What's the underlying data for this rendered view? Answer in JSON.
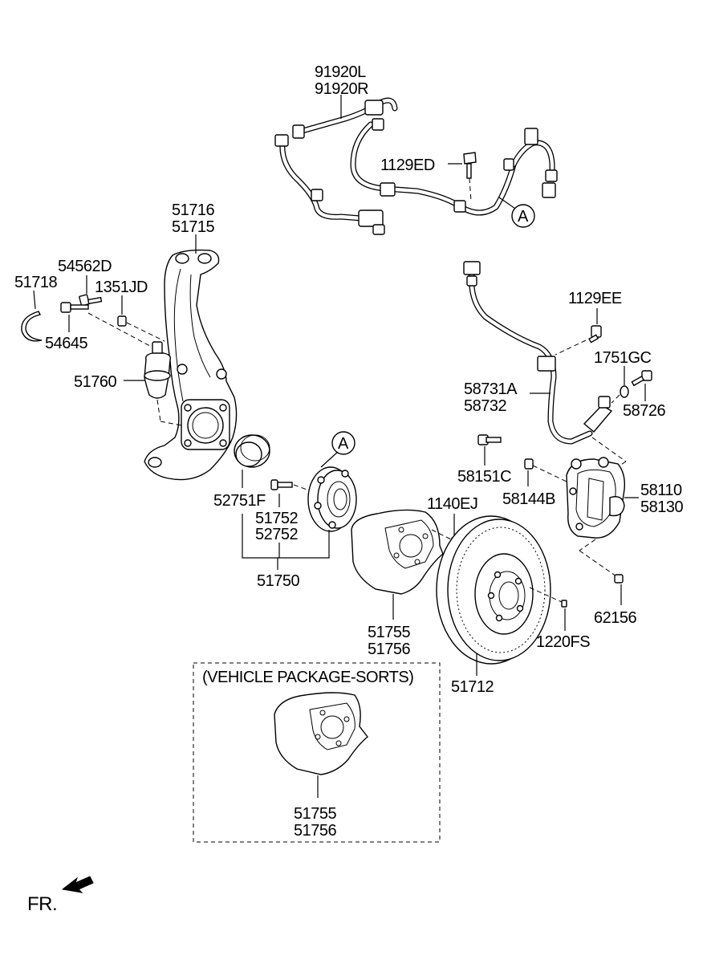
{
  "labels": {
    "p91920L": "91920L",
    "p91920R": "91920R",
    "p1129ED": "1129ED",
    "refA1": "A",
    "p51716": "51716",
    "p51715": "51715",
    "p54562D": "54562D",
    "p51718": "51718",
    "p1351JD": "1351JD",
    "p54645": "54645",
    "p51760": "51760",
    "p1129EE": "1129EE",
    "p1751GC": "1751GC",
    "p58731A": "58731A",
    "p58732": "58732",
    "p58726": "58726",
    "refA2": "A",
    "p58151C": "58151C",
    "p58144B": "58144B",
    "p58110": "58110",
    "p58130": "58130",
    "p52751F": "52751F",
    "p51752": "51752",
    "p52752": "52752",
    "p1140EJ": "1140EJ",
    "p51750": "51750",
    "p62156": "62156",
    "p1220FS": "1220FS",
    "p51755a": "51755",
    "p51756a": "51756",
    "p51712": "51712",
    "package": "(VEHICLE PACKAGE-SORTS)",
    "p51755b": "51755",
    "p51756b": "51756",
    "fr": "FR."
  }
}
